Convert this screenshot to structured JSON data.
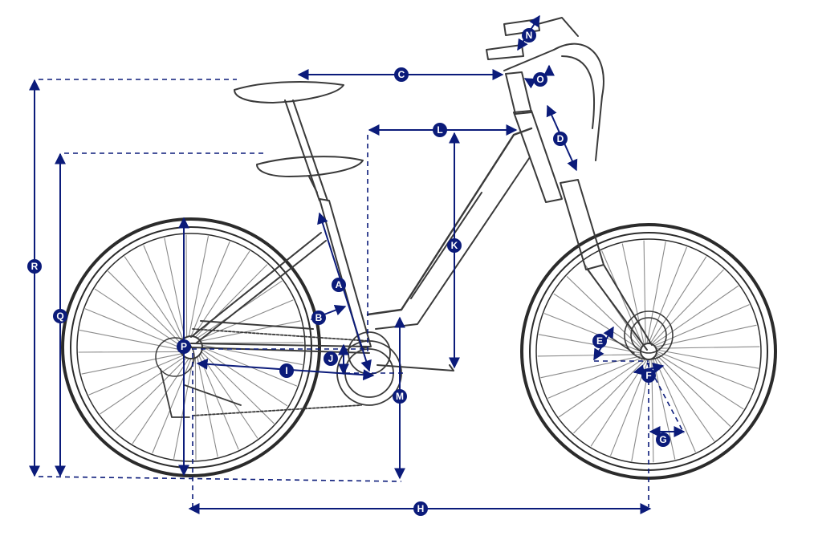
{
  "colors": {
    "dimension": "#0b1b7a",
    "sketch": "#3a3a3a",
    "background": "#ffffff"
  },
  "labels": {
    "A": "A",
    "B": "B",
    "C": "C",
    "D": "D",
    "E": "E",
    "F": "F",
    "G": "G",
    "H": "H",
    "I": "I",
    "J": "J",
    "K": "K",
    "L": "L",
    "M": "M",
    "N": "N",
    "O": "O",
    "P": "P",
    "Q": "Q",
    "R": "R"
  }
}
